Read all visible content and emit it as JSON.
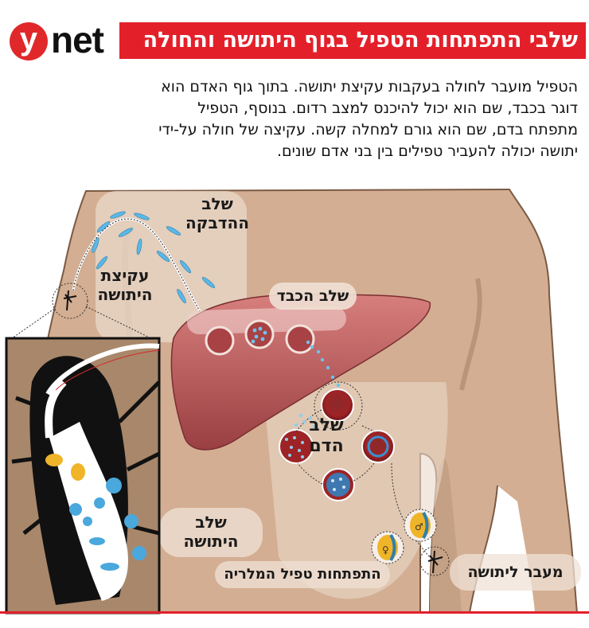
{
  "header": {
    "logo_mark": "y",
    "logo_text": "net",
    "title": "שלבי התפתחות הטפיל בגוף היתושה והחולה",
    "title_bg_color": "#e3202a"
  },
  "intro": {
    "lines": [
      "הטפיל מועבר לחולה בעקבות עקיצת יתושה. בתוך גוף האדם הוא",
      "דוגר בכבד, שם הוא יכול להיכנס למצב רדום. בנוסף, הטפיל",
      "מתפתח בדם, שם הוא גורם למחלה קשה. עקיצה של חולה על-ידי",
      "יתושה יכולה להעביר טפילים בין בני אדם שונים."
    ]
  },
  "diagram": {
    "labels": {
      "infection_stage": [
        "שלב",
        "ההדבקה"
      ],
      "mosquito_bite": [
        "עקיצת",
        "היתושה"
      ],
      "liver_stage": "שלב הכבד",
      "blood_stage": [
        "שלב",
        "הדם"
      ],
      "mosquito_stage": [
        "שלב",
        "היתושה"
      ],
      "parasite_development": "התפתחות טפיל המלריה",
      "transfer_to_mosquito": "מעבר ליתושה"
    },
    "symbols": {
      "female": "♀",
      "male": "♂"
    },
    "colors": {
      "skin": "#d3ae92",
      "skin_outline": "#7a5a44",
      "panel_light": "#ead8ca",
      "liver": "#b9595a",
      "blood_cell": "#9b1f22",
      "parasite": "#5bb8e6",
      "gametocyte": "#f0b429",
      "inset_bg": "#a8876b"
    }
  }
}
